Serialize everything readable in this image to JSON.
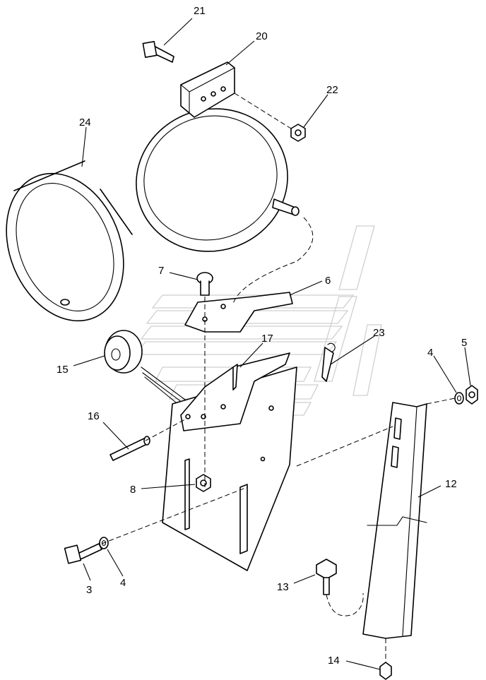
{
  "diagram": {
    "callouts": [
      {
        "id": "c21",
        "label": "21"
      },
      {
        "id": "c20",
        "label": "20"
      },
      {
        "id": "c22",
        "label": "22"
      },
      {
        "id": "c24",
        "label": "24"
      },
      {
        "id": "c7",
        "label": "7"
      },
      {
        "id": "c6",
        "label": "6"
      },
      {
        "id": "c17",
        "label": "17"
      },
      {
        "id": "c23",
        "label": "23"
      },
      {
        "id": "c4a",
        "label": "4"
      },
      {
        "id": "c5",
        "label": "5"
      },
      {
        "id": "c15",
        "label": "15"
      },
      {
        "id": "c16",
        "label": "16"
      },
      {
        "id": "c12",
        "label": "12"
      },
      {
        "id": "c8",
        "label": "8"
      },
      {
        "id": "c3",
        "label": "3"
      },
      {
        "id": "c4b",
        "label": "4"
      },
      {
        "id": "c13",
        "label": "13"
      },
      {
        "id": "c14",
        "label": "14"
      }
    ]
  }
}
